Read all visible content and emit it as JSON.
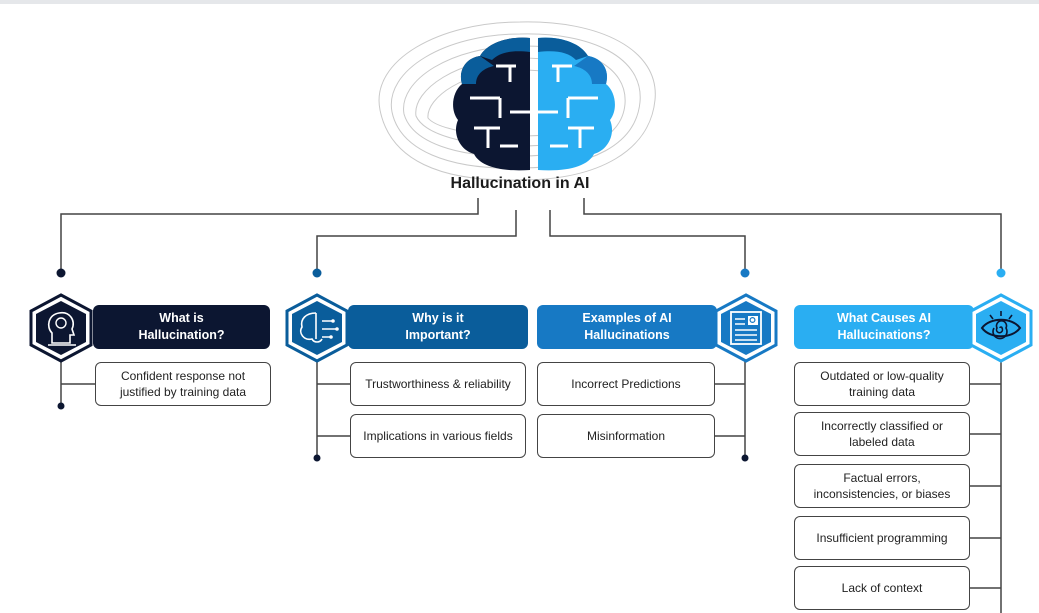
{
  "title": "Hallucination in AI",
  "colors": {
    "navy": "#0c1631",
    "dark_blue": "#0a5d9b",
    "mid_blue": "#1779c4",
    "light_blue": "#2aaef2",
    "line": "#444444"
  },
  "branches": [
    {
      "header": "What is Hallucination?",
      "icon": "head-with-brain-icon",
      "color": "#0c1631",
      "items": [
        "Confident response not justified by training data"
      ]
    },
    {
      "header": "Why is it Important?",
      "icon": "circuit-brain-icon",
      "color": "#0a5d9b",
      "items": [
        "Trustworthiness & reliability",
        "Implications in various fields"
      ]
    },
    {
      "header": "Examples of AI Hallucinations",
      "icon": "document-search-icon",
      "color": "#1779c4",
      "items": [
        "Incorrect Predictions",
        "Misinformation"
      ]
    },
    {
      "header": "What Causes AI Hallucinations?",
      "icon": "spiral-eye-icon",
      "color": "#2aaef2",
      "items": [
        "Outdated or low-quality training data",
        "Incorrectly classified or labeled data",
        "Factual errors, inconsistencies, or biases",
        "Insufficient programming",
        "Lack of context"
      ]
    }
  ]
}
